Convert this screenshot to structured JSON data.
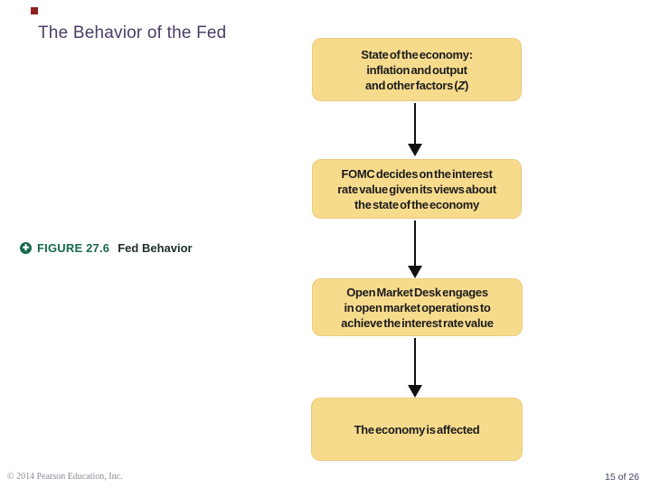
{
  "slide": {
    "title": "The Behavior of the Fed",
    "footer_left": "© 2014 Pearson Education, Inc.",
    "page_indicator": "15 of 26"
  },
  "figure_caption": {
    "icon_name": "figure-marker-icon",
    "icon_glyph": "✚",
    "label": "FIGURE 27.6",
    "title": "Fed Behavior"
  },
  "flowchart": {
    "box1": {
      "line1": "State of the economy:",
      "line2": "inflation and output",
      "line3_pre": "and other factors (",
      "line3_var": "Z",
      "line3_post": ")"
    },
    "box2": {
      "line1": "FOMC decides on the interest",
      "line2": "rate value given its views about",
      "line3": "the state of the economy"
    },
    "box3": {
      "line1": "Open Market Desk engages",
      "line2": "in open market operations to",
      "line3": "achieve the interest rate value"
    },
    "box4": {
      "line1": "The economy is affected"
    }
  },
  "colors": {
    "box_fill": "#F7DB8D",
    "box_border": "#EACB7C",
    "title_text": "#4B3C68",
    "figure_label": "#17694E",
    "figure_title": "#1F2C28",
    "box_text": "#1C1C1C",
    "arrow": "#111111",
    "footer_left_text": "#8A8A96",
    "page_indicator_text": "#3A4160",
    "corner_mark": "#8E1F1F"
  }
}
